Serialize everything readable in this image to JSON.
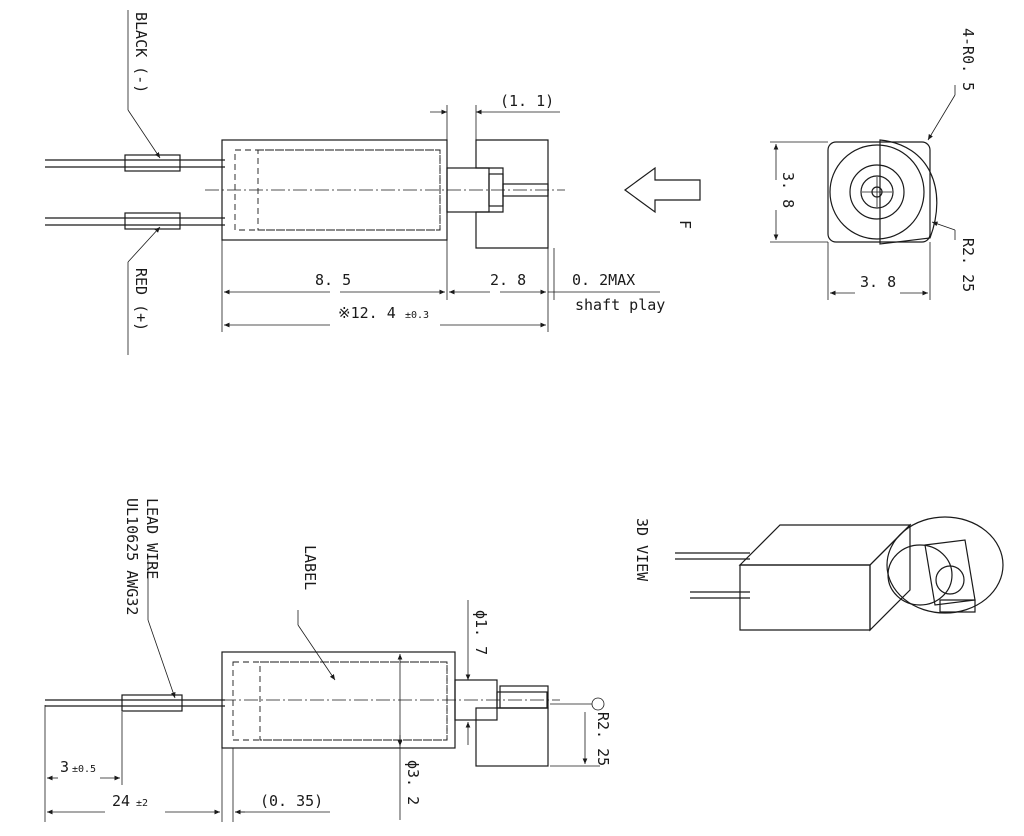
{
  "side_view": {
    "black_lead": "BLACK (-)",
    "red_lead": "RED (+)",
    "dim_body": "8. 5",
    "dim_head": "2. 8",
    "dim_shaft_play": "0. 2MAX",
    "shaft_play_text": "shaft play",
    "dim_total": "※12. 4",
    "dim_total_tol": "±0.3",
    "dim_ref": "(1. 1)",
    "force_label": "F"
  },
  "end_view": {
    "corner_radius": "4-R0. 5",
    "height": "3. 8",
    "width": "3. 8",
    "weight_radius": "R2. 25"
  },
  "bottom_view": {
    "lead_wire_title": "LEAD WIRE",
    "lead_wire_spec": "UL10625 AWG32",
    "label": "LABEL",
    "shaft_dia": "ϕ1. 7",
    "body_dia": "ϕ3. 2",
    "weight_radius": "R2. 25",
    "strip": "3",
    "strip_tol": "±0.5",
    "lead_len": "24",
    "lead_len_tol": "±2",
    "offset": "(0. 35)"
  },
  "view_3d": {
    "title": "3D VIEW"
  }
}
